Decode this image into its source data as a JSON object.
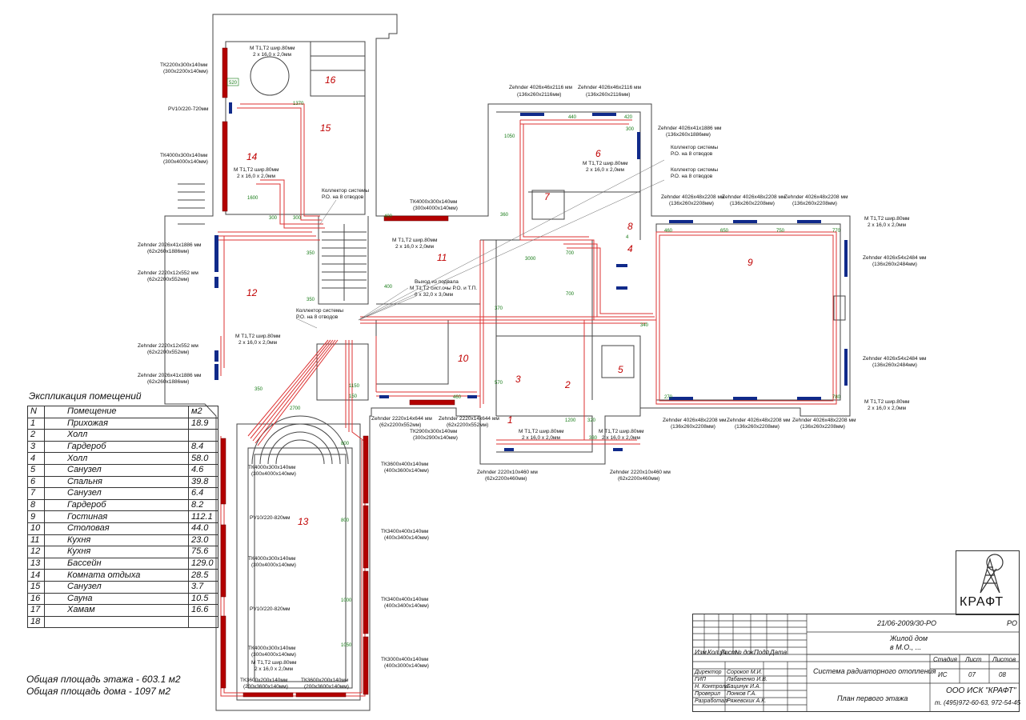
{
  "rooms_explication": {
    "title": "Экспликация помещений",
    "headers": [
      "N",
      "Помещение",
      "м2"
    ],
    "rows": [
      [
        "1",
        "Прихожая",
        "18.9"
      ],
      [
        "2",
        "Холл",
        ""
      ],
      [
        "3",
        "Гардероб",
        "8.4"
      ],
      [
        "4",
        "Холл",
        "58.0"
      ],
      [
        "5",
        "Санузел",
        "4.6"
      ],
      [
        "6",
        "Спальня",
        "39.8"
      ],
      [
        "7",
        "Санузел",
        "6.4"
      ],
      [
        "8",
        "Гардероб",
        "8.2"
      ],
      [
        "9",
        "Гостиная",
        "112.1"
      ],
      [
        "10",
        "Столовая",
        "44.0"
      ],
      [
        "11",
        "Кухня",
        "23.0"
      ],
      [
        "12",
        "Кухня",
        "75.6"
      ],
      [
        "13",
        "Бассейн",
        "129.0"
      ],
      [
        "14",
        "Комната отдыха",
        "28.5"
      ],
      [
        "15",
        "Санузел",
        "3.7"
      ],
      [
        "16",
        "Сауна",
        "10.5"
      ],
      [
        "17",
        "Хамам",
        "16.6"
      ],
      [
        "18",
        "",
        ""
      ]
    ],
    "floor_total": "Общая площадь этажа - 603.1 м2",
    "house_total": "Общая площадь дома - 1097 м2"
  },
  "stamp": {
    "code": "21/06-2009/30-РО",
    "sheet_mark": "РО",
    "object": "Жилой дом",
    "object_place": "в М.О., ...",
    "system": "Система радиаторного отопления",
    "drawing": "План первого этажа",
    "col_headers": [
      "Изм.",
      "Кол.уч",
      "Лист",
      "№ док.",
      "Подп.",
      "Дата"
    ],
    "stage_label": "Стадия",
    "sheet_label": "Лист",
    "sheets_label": "Листов",
    "stage": "ИС",
    "sheet": "07",
    "sheets": "08",
    "company": "ООО ИСК \"КРАФТ\"",
    "phone": "т. (495)972-60-63, 972-54-45",
    "people": [
      [
        "Директор",
        "Сорокоп М.И."
      ],
      [
        "ГИП",
        "Лабаненко И.В."
      ],
      [
        "Н. Контроль",
        "Бацинук И.А."
      ],
      [
        "Проверил",
        "Понков Г.А."
      ],
      [
        "Разработал",
        "Ряжевских А.К."
      ]
    ],
    "logo": "КРАФТ"
  },
  "room_numbers": [
    "1",
    "2",
    "3",
    "4",
    "5",
    "6",
    "7",
    "8",
    "9",
    "10",
    "11",
    "12",
    "13",
    "14",
    "15",
    "16"
  ],
  "radiator_labels": {
    "tk2200": "ТК2200х300х140мм",
    "tk2200b": "(300х2200х140мм)",
    "pv10_720": "PV10/220-720мм",
    "tk4000": "ТК4000х300х140мм",
    "tk4000b": "(300х4000х140мм)",
    "z2026": "Zehnder 2026х41х1886 мм",
    "z2026b": "(62х260х1886мм)",
    "z2220_552": "Zehnder 2220х12х552 мм",
    "z2220_552b": "(62х2200х552мм)",
    "z4026_2116": "Zehnder 4026х46х2116 мм",
    "z4026_2116b": "(136х260х2116мм)",
    "z4026_1886": "Zehnder 4026х41х1886 мм",
    "z4026_1886b": "(136х260х1886мм)",
    "z4026_2208": "Zehnder 4026х48х2208 мм",
    "z4026_2208b": "(136х260х2208мм)",
    "z4026_2484": "Zehnder 4026х54х2484 мм",
    "z4026_2484b": "(136х260х2484мм)",
    "z2220_644": "Zehnder 2220х14х644 мм",
    "z2220_644b": "(62х2200х552мм)",
    "tk2900": "ТК2900х300х140мм",
    "tk2900b": "(300х2900х140мм)",
    "z2220_460": "Zehnder 2220х10х460 мм",
    "z2220_460b": "(62х2200х460мм)",
    "tk3600": "ТК3600х400х140мм",
    "tk3600b": "(400х3600х140мм)",
    "tk3400": "ТК3400х400х140мм",
    "tk3400b": "(400х3400х140мм)",
    "tk3000": "ТК3000х400х140мм",
    "tk3000b": "(400х3000х140мм)",
    "tk3600x200": "ТК3600х200х140мм",
    "tk3600x200b": "(200х3600х140мм)",
    "pv10_820": "PV10/220-820мм",
    "pipe80": "М Т1,Т2 шир.80мм",
    "pipe80b": "2 х 16,0 х 2,0мм",
    "exit_note": "Выход из подвала",
    "exit_note2": "М Т1,Т2 сист.очы Р.О. и Т.П.",
    "exit_note3": "6 х 32,0 х 3,0мм",
    "collector": "Коллектор системы",
    "collector2": "Р.О. на 8 отводов"
  }
}
